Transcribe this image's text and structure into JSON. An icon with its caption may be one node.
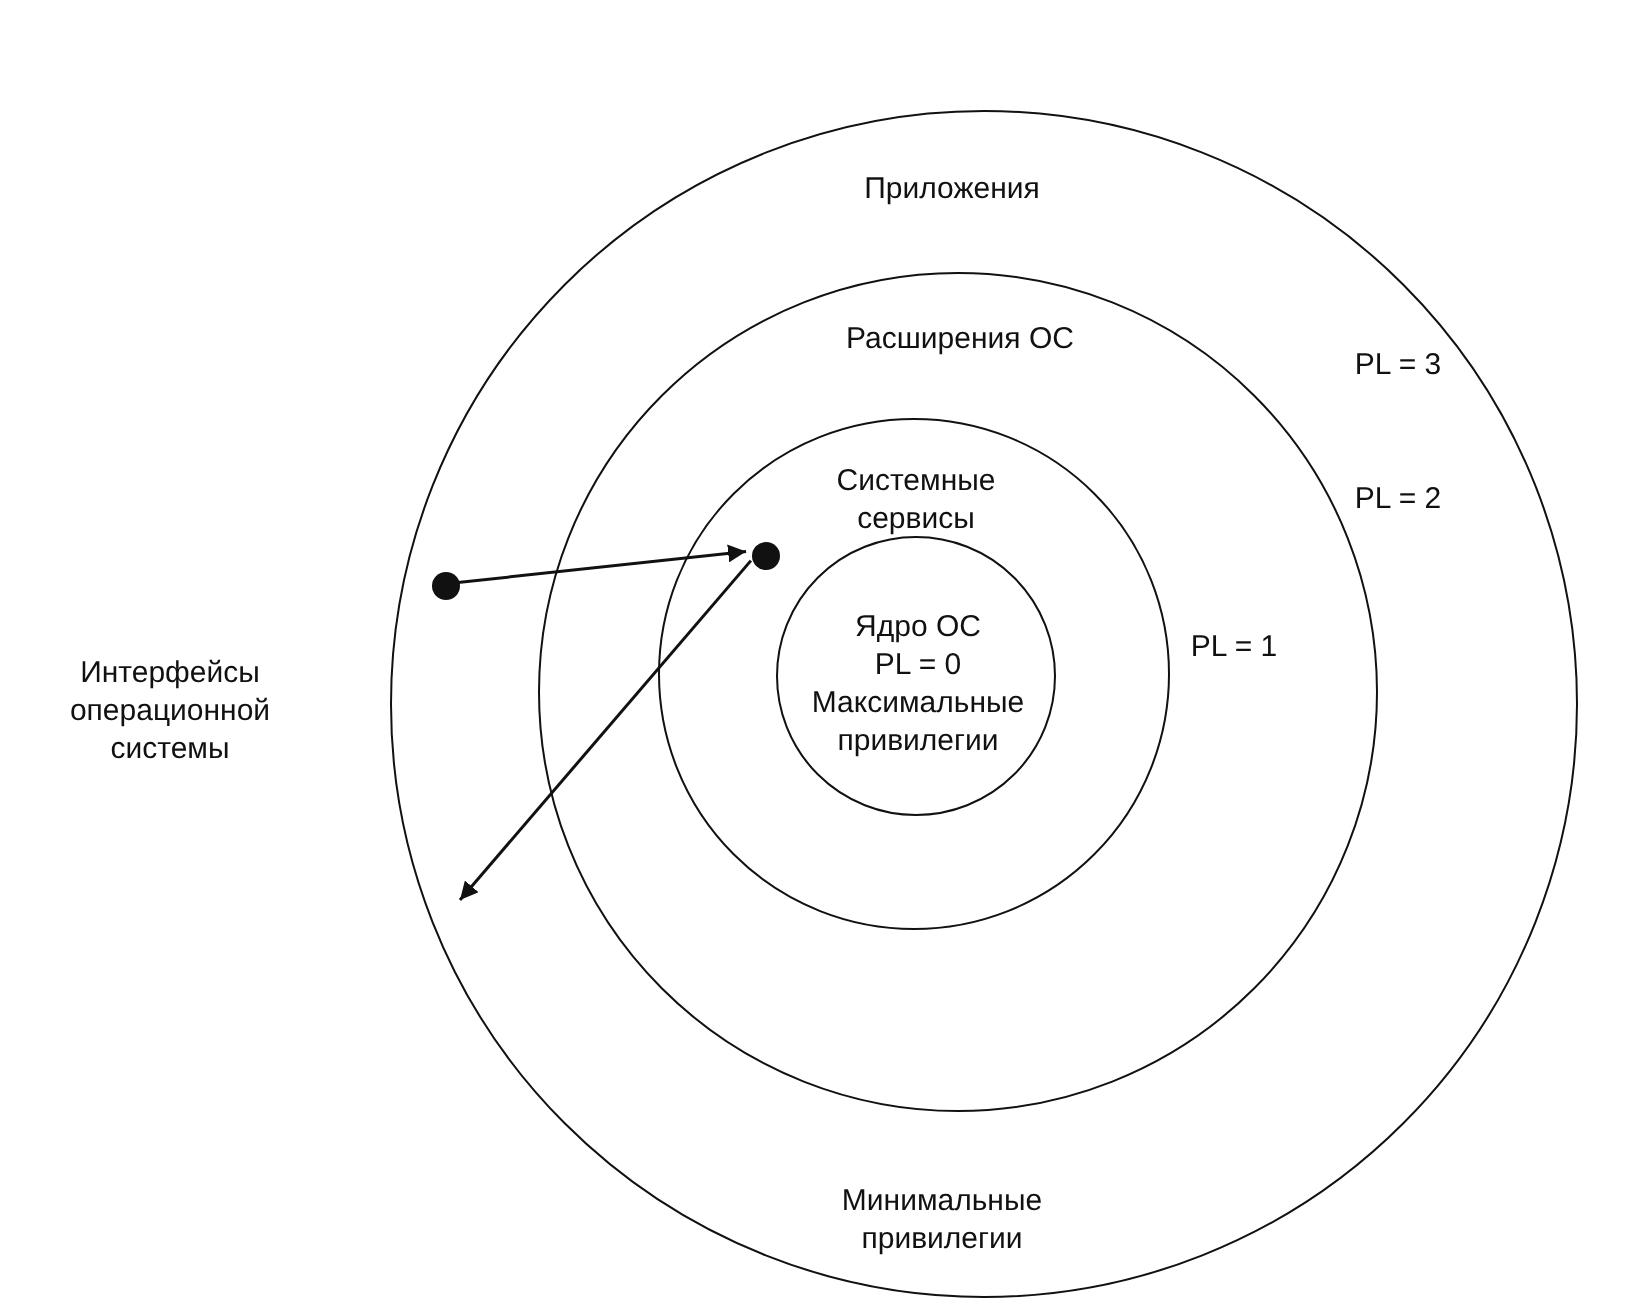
{
  "diagram": {
    "nodes": [
      {
        "text": [
          "Приложения",
          "Минимальные привилегии"
        ],
        "beside": [
          "PL = 3"
        ]
      },
      {
        "text": [
          "Расширения ОС"
        ],
        "beside": [
          "PL = 2"
        ],
        "in": 0
      },
      {
        "text": [
          "Системные сервисы"
        ],
        "beside": [
          "PL = 1"
        ],
        "in": 1
      },
      {
        "text": [
          "Ядро ОС",
          "PL = 0",
          "Максимальные привилегии"
        ],
        "in": 2
      },
      {
        "text": [],
        "shape": "circle",
        "in": 0
      },
      {
        "text": [],
        "shape": "circle",
        "in": 2
      }
    ],
    "edges": [
      {
        "from": 4,
        "to": 5,
        "arrow": "to"
      },
      {
        "from": 5,
        "to": null,
        "arrow": "to"
      }
    ],
    "labels": [
      "Интерфейсы операционной системы"
    ]
  }
}
